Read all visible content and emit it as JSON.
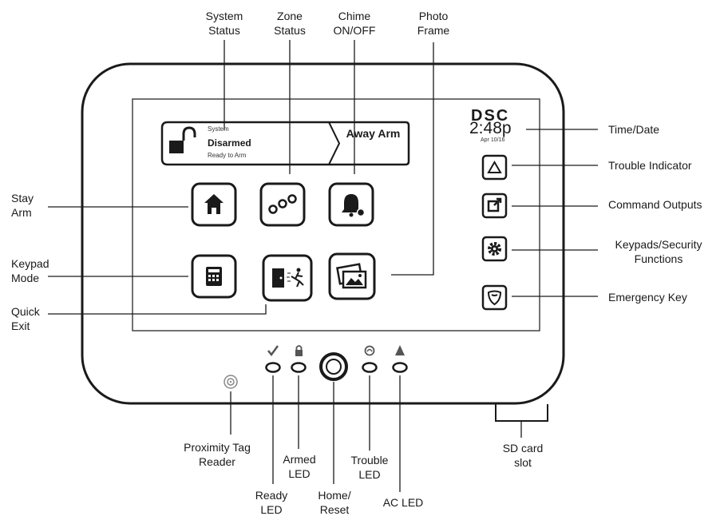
{
  "screen": {
    "brand": "DSC",
    "time": "2:48p",
    "date": "Apr 10/16",
    "status_title": "System",
    "status_state": "Disarmed",
    "status_sub": "Ready to Arm",
    "away_arm": "Away\nArm"
  },
  "labels": {
    "system_status": "System\nStatus",
    "zone_status": "Zone\nStatus",
    "chime": "Chime\nON/OFF",
    "photo_frame": "Photo\nFrame",
    "time_date": "Time/Date",
    "trouble_indicator": "Trouble Indicator",
    "command_outputs": "Command Outputs",
    "keypads_security": "Keypads/Security\nFunctions",
    "emergency_key": "Emergency Key",
    "stay_arm": "Stay\nArm",
    "keypad_mode": "Keypad\nMode",
    "quick_exit": "Quick\nExit",
    "proximity_tag": "Proximity Tag\nReader",
    "armed_led": "Armed\nLED",
    "ready_led": "Ready\nLED",
    "home_reset": "Home/\nReset",
    "trouble_led": "Trouble\nLED",
    "ac_led": "AC LED",
    "sd_card": "SD card\nslot"
  },
  "icons": {
    "stay_arm": "house-icon",
    "zone_status": "zone-chain-icon",
    "chime": "bell-icon",
    "keypad_mode": "calculator-icon",
    "quick_exit": "exit-door-icon",
    "photo_frame": "photos-icon",
    "trouble": "warning-triangle-icon",
    "command_outputs": "output-arrow-icon",
    "keypads_security": "gear-icon",
    "emergency": "shield-icon",
    "led_ready": "check-icon",
    "led_armed": "lock-icon",
    "led_trouble": "trouble-circle-icon",
    "led_ac": "ac-triangle-icon"
  },
  "colors": {
    "ink": "#1a1a1a",
    "panel": "#ffffff"
  }
}
